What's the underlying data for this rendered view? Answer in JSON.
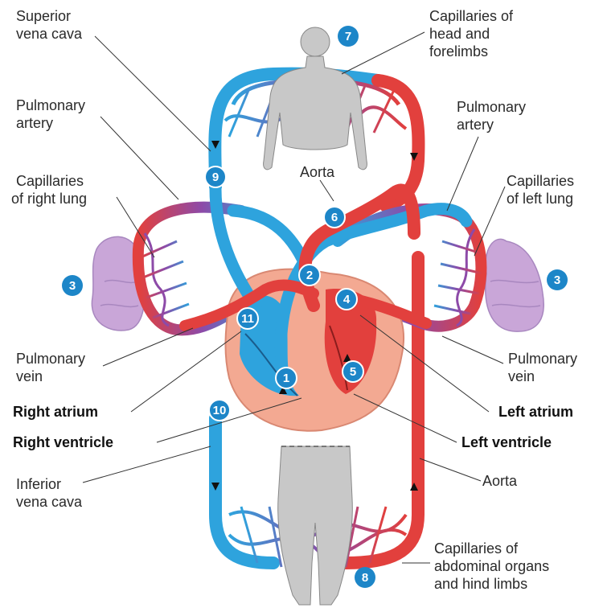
{
  "labels": {
    "superior_vena_cava": [
      "Superior",
      "vena cava"
    ],
    "capillaries_head": [
      "Capillaries of",
      "head and",
      "forelimbs"
    ],
    "pulmonary_artery_left_side": [
      "Pulmonary",
      "artery"
    ],
    "pulmonary_artery_right_side": [
      "Pulmonary",
      "artery"
    ],
    "capillaries_right_lung": [
      "Capillaries",
      "of right lung"
    ],
    "capillaries_left_lung": [
      "Capillaries",
      "of left lung"
    ],
    "aorta_top": "Aorta",
    "pulmonary_vein_left_side": [
      "Pulmonary",
      "vein"
    ],
    "pulmonary_vein_right_side": [
      "Pulmonary",
      "vein"
    ],
    "right_atrium": "Right atrium",
    "right_ventricle": "Right ventricle",
    "left_atrium": "Left atrium",
    "left_ventricle": "Left ventricle",
    "inferior_vena_cava": [
      "Inferior",
      "vena cava"
    ],
    "aorta_bottom": "Aorta",
    "capillaries_abdominal": [
      "Capillaries of",
      "abdominal organs",
      "and hind limbs"
    ]
  },
  "steps": [
    "1",
    "2",
    "3",
    "3",
    "4",
    "5",
    "6",
    "7",
    "8",
    "9",
    "10",
    "11"
  ],
  "colors": {
    "oxygen_poor": "#2ea3dd",
    "oxygen_rich": "#e2403d",
    "capillary_mix": "#8d4aa8",
    "lung": "#c9a6d8",
    "heart": "#f3a992",
    "body": "#c8c8c8",
    "step_marker": "#1d86c8"
  }
}
